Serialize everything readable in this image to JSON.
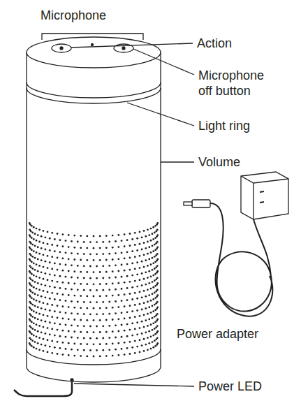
{
  "diagram": {
    "labels": [
      "Microphone",
      "Action",
      "Microphone off button",
      "Light ring",
      "Volume",
      "Power adapter",
      "Power LED"
    ]
  }
}
